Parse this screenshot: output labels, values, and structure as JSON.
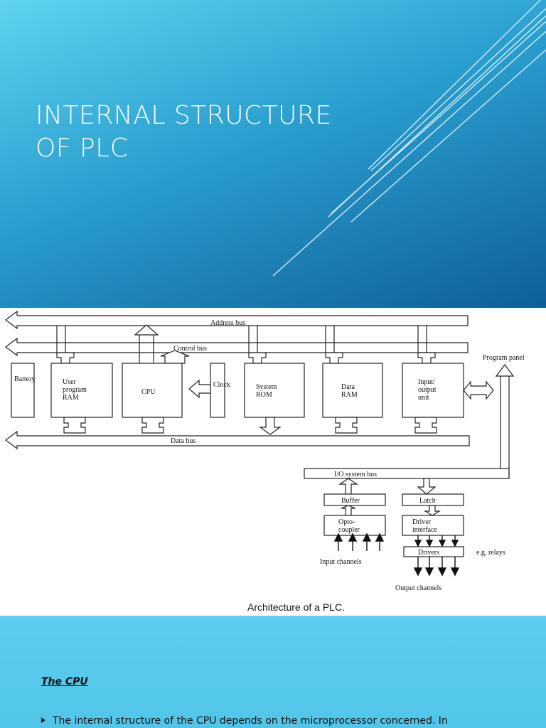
{
  "slide": {
    "title": "INTERNAL STRUCTURE OF PLC",
    "section_heading": "The CPU",
    "bullet_text": "The internal structure of the CPU depends on the microprocessor concerned. In"
  },
  "diagram": {
    "buses": {
      "address": "Address bus",
      "control": "Control bus",
      "data": "Data bus",
      "io_system": "I/O system bus"
    },
    "blocks": {
      "battery": "Battery",
      "user_ram": [
        "User",
        "program",
        "RAM"
      ],
      "cpu": "CPU",
      "clock": "Clock",
      "system_rom": [
        "System",
        "ROM"
      ],
      "data_ram": [
        "Data",
        "RAM"
      ],
      "io_unit": [
        "Input/",
        "output",
        "unit"
      ],
      "buffer": "Buffer",
      "latch": "Latch",
      "opto": [
        "Opto-",
        "coupler"
      ],
      "driver_interface": [
        "Driver",
        "interface"
      ],
      "drivers": "Drivers"
    },
    "labels": {
      "program_panel": "Program panel",
      "relays": "e.g. relays",
      "input_channels": "Input channels",
      "output_channels": "Output channels"
    },
    "caption": "Architecture of a PLC."
  },
  "colors": {
    "bg_top": "#2a9fd0",
    "bg_bottom": "#52c6ea",
    "title_text": "#ffffff"
  }
}
